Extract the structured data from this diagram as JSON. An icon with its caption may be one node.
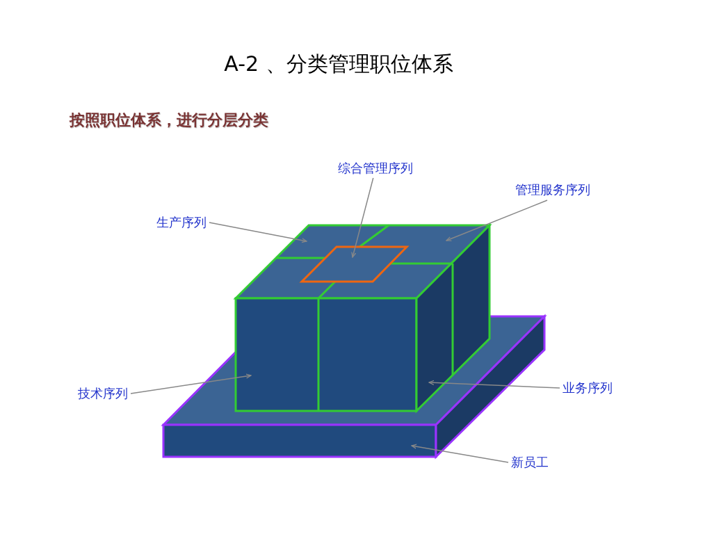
{
  "diagram": {
    "title": "A-2 、分类管理职位体系",
    "nodes": [
      {
        "text": [
          "综合管理序列"
        ]
      },
      {
        "text": [
          "管理服务序列"
        ]
      },
      {
        "text": [
          "生产序列"
        ]
      },
      {
        "text": [
          "技术序列"
        ]
      },
      {
        "text": [
          "业务序列"
        ]
      },
      {
        "text": [
          "新员工"
        ]
      }
    ],
    "edges": [
      {
        "from": 0,
        "to": null,
        "arrow": "to"
      },
      {
        "from": 1,
        "to": null,
        "arrow": "to"
      },
      {
        "from": 2,
        "to": null,
        "arrow": "to"
      },
      {
        "from": 3,
        "to": null,
        "arrow": "to"
      },
      {
        "from": 4,
        "to": null,
        "arrow": "to"
      },
      {
        "from": 5,
        "to": null,
        "arrow": "to"
      }
    ],
    "labels": [
      "按照职位体系，进行分层分类"
    ]
  }
}
